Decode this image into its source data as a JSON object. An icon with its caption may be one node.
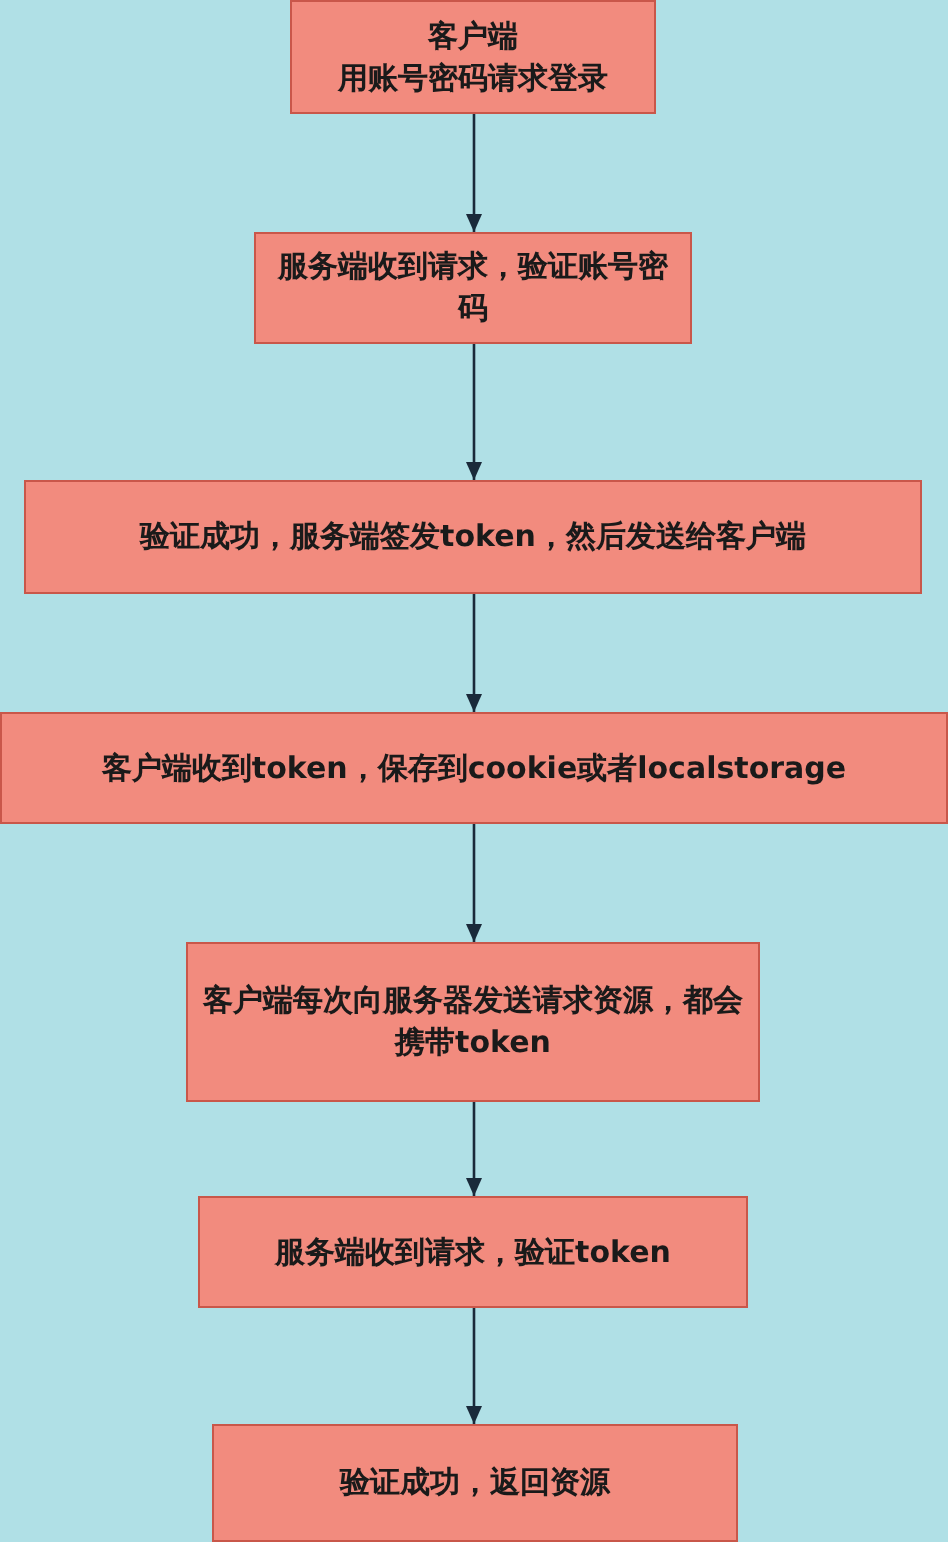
{
  "diagram": {
    "nodes": [
      {
        "text": [
          "客户端",
          "用账号密码请求登录"
        ]
      },
      {
        "text": [
          "服务端收到请求，验证账号密码"
        ]
      },
      {
        "text": [
          "验证成功，服务端签发token，然后发送给客户端"
        ]
      },
      {
        "text": [
          "客户端收到token，保存到cookie或者localstorage"
        ]
      },
      {
        "text": [
          "客户端每次向服务器发送请求资源，都会携带token"
        ]
      },
      {
        "text": [
          "服务端收到请求，验证token"
        ]
      },
      {
        "text": [
          "验证成功，返回资源"
        ]
      }
    ],
    "edges": [
      {
        "from": 0,
        "to": 1,
        "arrow": "to"
      },
      {
        "from": 1,
        "to": 2,
        "arrow": "to"
      },
      {
        "from": 2,
        "to": 3,
        "arrow": "to"
      },
      {
        "from": 3,
        "to": 4,
        "arrow": "to"
      },
      {
        "from": 4,
        "to": 5,
        "arrow": "to"
      },
      {
        "from": 5,
        "to": 6,
        "arrow": "to"
      }
    ]
  }
}
